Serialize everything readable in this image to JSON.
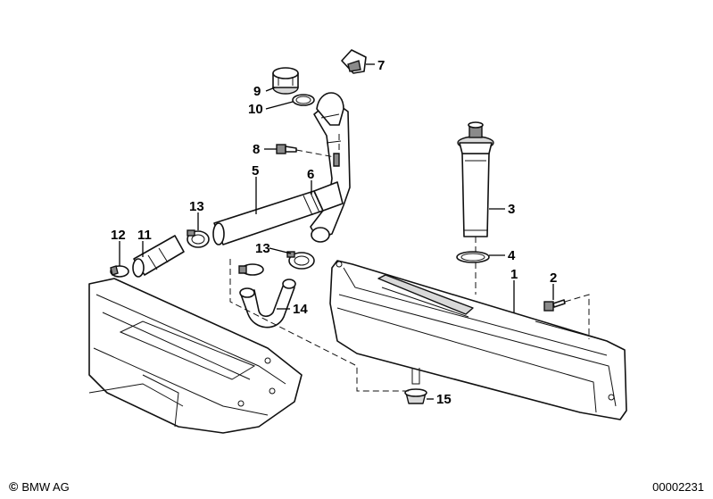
{
  "callouts": [
    {
      "id": "1",
      "text": "1"
    },
    {
      "id": "2",
      "text": "2"
    },
    {
      "id": "3",
      "text": "3"
    },
    {
      "id": "4",
      "text": "4"
    },
    {
      "id": "5",
      "text": "5"
    },
    {
      "id": "6",
      "text": "6"
    },
    {
      "id": "7",
      "text": "7"
    },
    {
      "id": "8",
      "text": "8"
    },
    {
      "id": "9",
      "text": "9"
    },
    {
      "id": "10",
      "text": "10"
    },
    {
      "id": "11",
      "text": "11"
    },
    {
      "id": "12",
      "text": "12"
    },
    {
      "id": "13a",
      "text": "13"
    },
    {
      "id": "13b",
      "text": "13"
    },
    {
      "id": "14",
      "text": "14"
    },
    {
      "id": "15",
      "text": "15"
    }
  ],
  "footer": {
    "copyright_symbol": "©",
    "brand": "BMW AG",
    "document_number": "00002231"
  }
}
